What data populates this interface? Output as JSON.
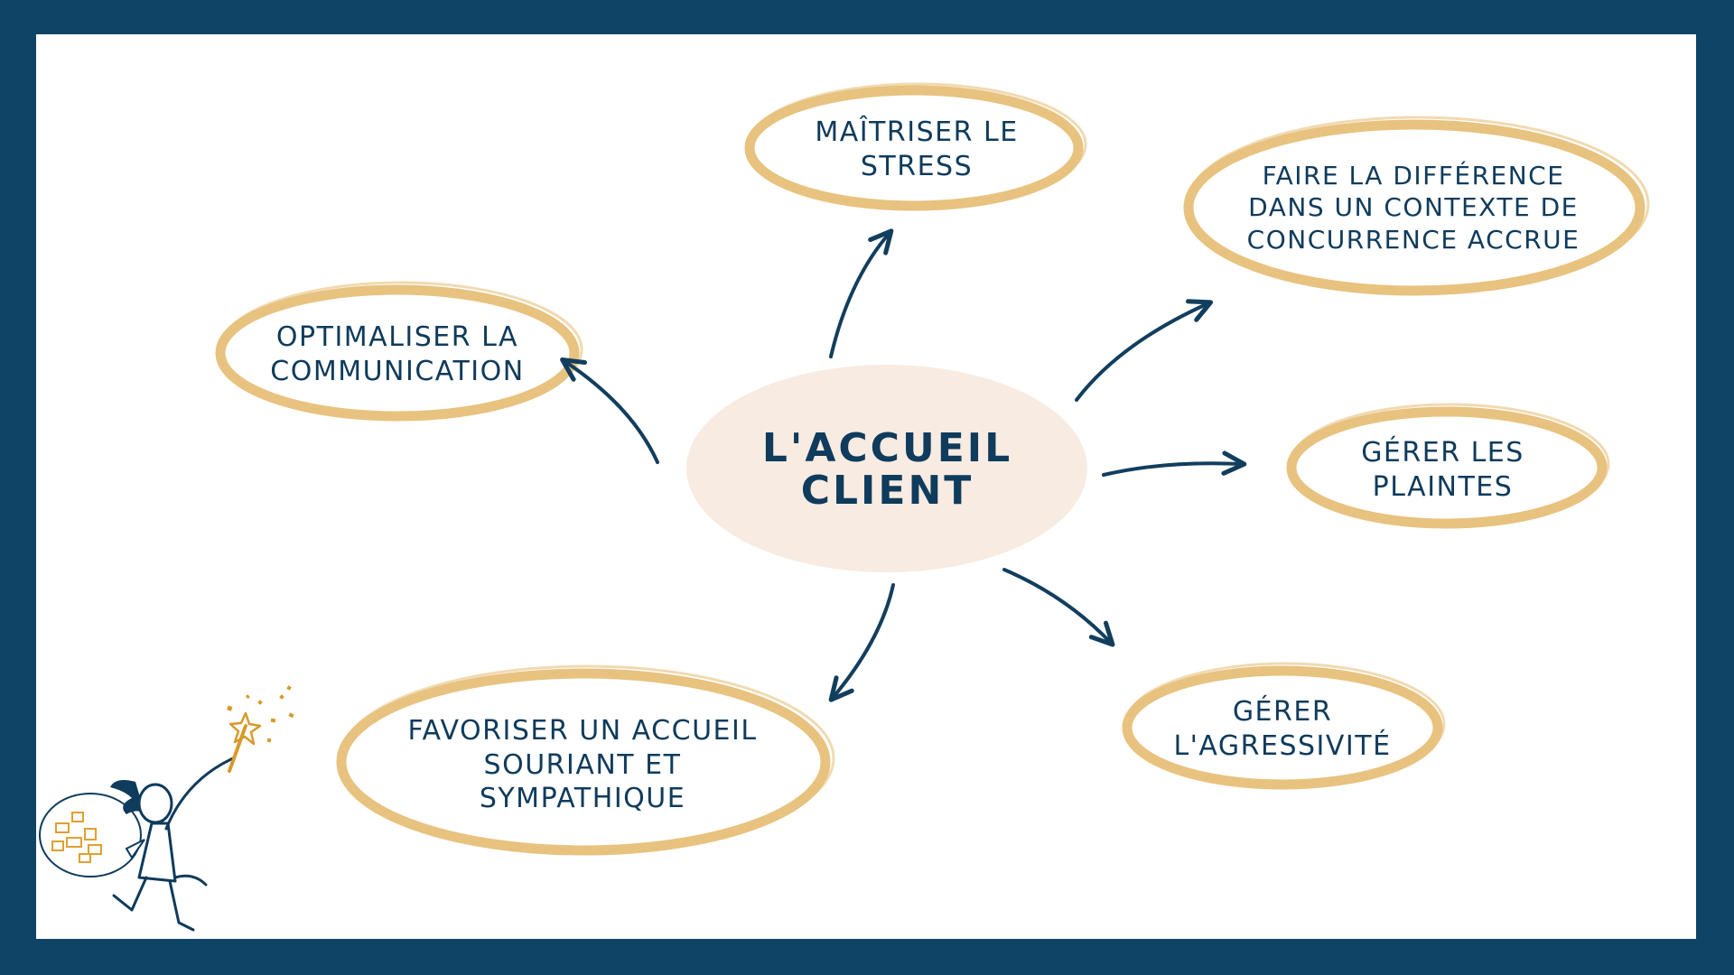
{
  "colors": {
    "frame": "#0f4466",
    "text": "#0f3b5c",
    "brush": "#e8c27f",
    "center_fill": "#f8ebe1",
    "arrow": "#123e5e"
  },
  "center": {
    "text": "L'ACCUEIL CLIENT"
  },
  "nodes": {
    "stress": "MAÎTRISER LE STRESS",
    "difference": "FAIRE LA DIFFÉRENCE DANS UN CONTEXTE DE CONCURRENCE ACCRUE",
    "plaintes": "GÉRER LES PLAINTES",
    "agressivite": "GÉRER L'AGRESSIVITÉ",
    "accueil": "FAVORISER UN ACCUEIL SOURIANT ET SYMPATHIQUE",
    "communication": "OPTIMALISER LA COMMUNICATION"
  },
  "illustration": {
    "icon": "figure-with-magic-wand-icon"
  }
}
